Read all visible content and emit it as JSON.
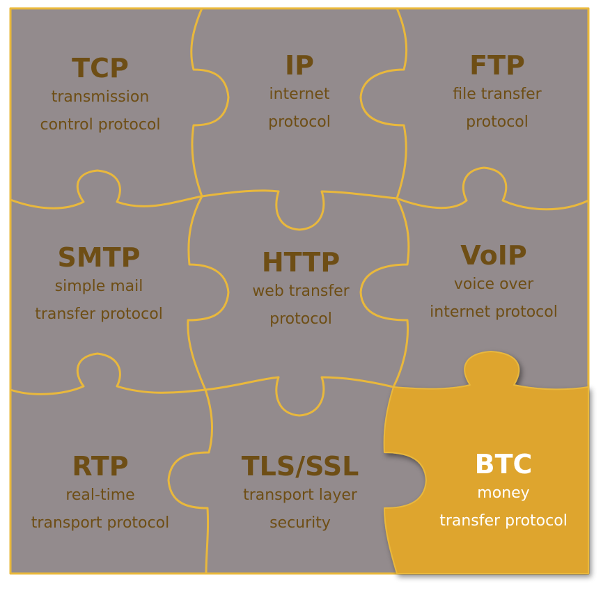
{
  "pieces": [
    {
      "id": "tcp",
      "abbr": "TCP",
      "line1": "transmission",
      "line2": "control protocol"
    },
    {
      "id": "ip",
      "abbr": "IP",
      "line1": "internet",
      "line2": "protocol"
    },
    {
      "id": "ftp",
      "abbr": "FTP",
      "line1": "file transfer",
      "line2": "protocol"
    },
    {
      "id": "smtp",
      "abbr": "SMTP",
      "line1": "simple mail",
      "line2": "transfer protocol"
    },
    {
      "id": "http",
      "abbr": "HTTP",
      "line1": "web transfer",
      "line2": "protocol"
    },
    {
      "id": "voip",
      "abbr": "VoIP",
      "line1": "voice over",
      "line2": "internet protocol"
    },
    {
      "id": "rtp",
      "abbr": "RTP",
      "line1": "real-time",
      "line2": "transport protocol"
    },
    {
      "id": "tls",
      "abbr": "TLS/SSL",
      "line1": "transport layer",
      "line2": "security"
    },
    {
      "id": "btc",
      "abbr": "BTC",
      "line1": "money",
      "line2": "transfer protocol"
    }
  ],
  "colors": {
    "piece_fill": "#938b8d",
    "piece_stroke": "#e9b83c",
    "highlight_fill": "#dea52f",
    "text": "#6e4e15",
    "highlight_text": "#ffffff"
  }
}
